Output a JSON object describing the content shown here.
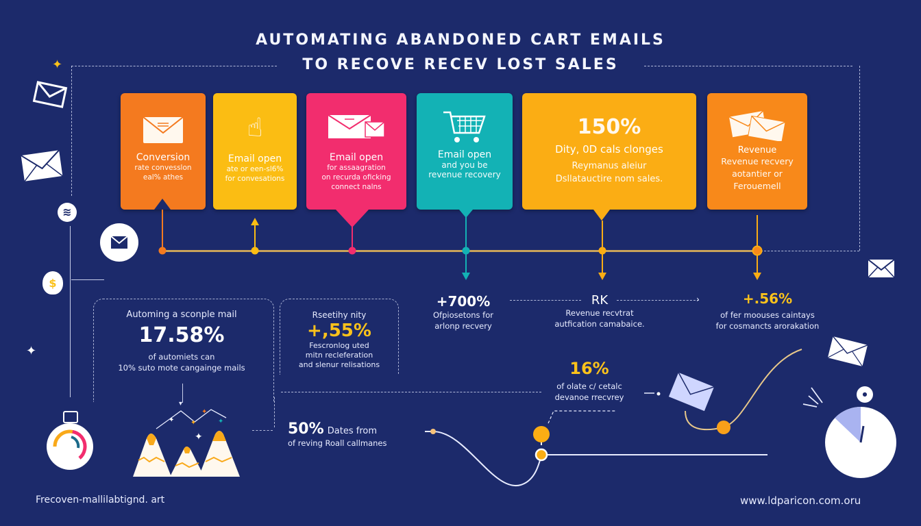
{
  "title": {
    "line1": "AUTOMATING ABANDONED CART EMAILS",
    "line2": "TO RECOVE  RECEV LOST SALES"
  },
  "colors": {
    "background": "#1c2a6b",
    "orange": "#f47a1f",
    "yellow": "#fbbd13",
    "pink": "#f22d6e",
    "teal": "#13b2b5",
    "amber": "#fbad14",
    "orange2": "#f8891a",
    "accent_yellow": "#fbc21b"
  },
  "cards": [
    {
      "icon": "envelope-icon",
      "title": "Conversion",
      "lines": [
        "rate convesslon",
        "eal% athes"
      ]
    },
    {
      "icon": "pointer-hand-icon",
      "title": "Email open",
      "lines": [
        "ate or een-sl6%",
        "for convesations"
      ]
    },
    {
      "icon": "double-envelope-icon",
      "title": "Email open",
      "lines": [
        "for assaagration",
        "on recurda oficking",
        "connect nalns"
      ]
    },
    {
      "icon": "shopping-cart-icon",
      "title": "Email open",
      "lines": [
        "and you be",
        "revenue recovery"
      ]
    },
    {
      "icon": "",
      "big": "150%",
      "title": "Dity, 0D cals clonges",
      "lines": [
        "Reymanus aleiur",
        "Dsllatauctire nom sales."
      ]
    },
    {
      "icon": "double-envelope-icon",
      "title": "Revenue",
      "lines": [
        "Revenue recvery",
        "aotantier or",
        "Ferouemell"
      ]
    }
  ],
  "stats": {
    "automing": {
      "label": "Automing a sconple mail",
      "value": "17.58%",
      "lines": [
        "of automiets can",
        "10% suto mote cangainge mails"
      ]
    },
    "receity": {
      "label": "Rseetihy nity",
      "value": "+,55%",
      "lines": [
        "Fescronlog uted",
        "mitn recleferation",
        "and slenur relisations"
      ]
    },
    "s700": {
      "value": "+700%",
      "lines": [
        "Ofpiosetons for",
        "arlonp recvery"
      ]
    },
    "rk": {
      "value": "RK",
      "lines": [
        "Revenue recvtrat",
        "autfication camabaice."
      ]
    },
    "s56": {
      "value": "+.56%",
      "lines": [
        "of fer moouses caintays",
        "for cosmancts arorakation"
      ]
    },
    "s16": {
      "value": "16%",
      "lines": [
        "of olate c/ cetalc",
        "devanoe rrecvrey"
      ]
    },
    "s50": {
      "value": "50%",
      "label": "Dates from",
      "lines": [
        "of reving Roall callmanes"
      ]
    }
  },
  "footer": {
    "left": "Frecoven-mallilabtignd. art",
    "right": "www.ldparicon.com.oru"
  }
}
